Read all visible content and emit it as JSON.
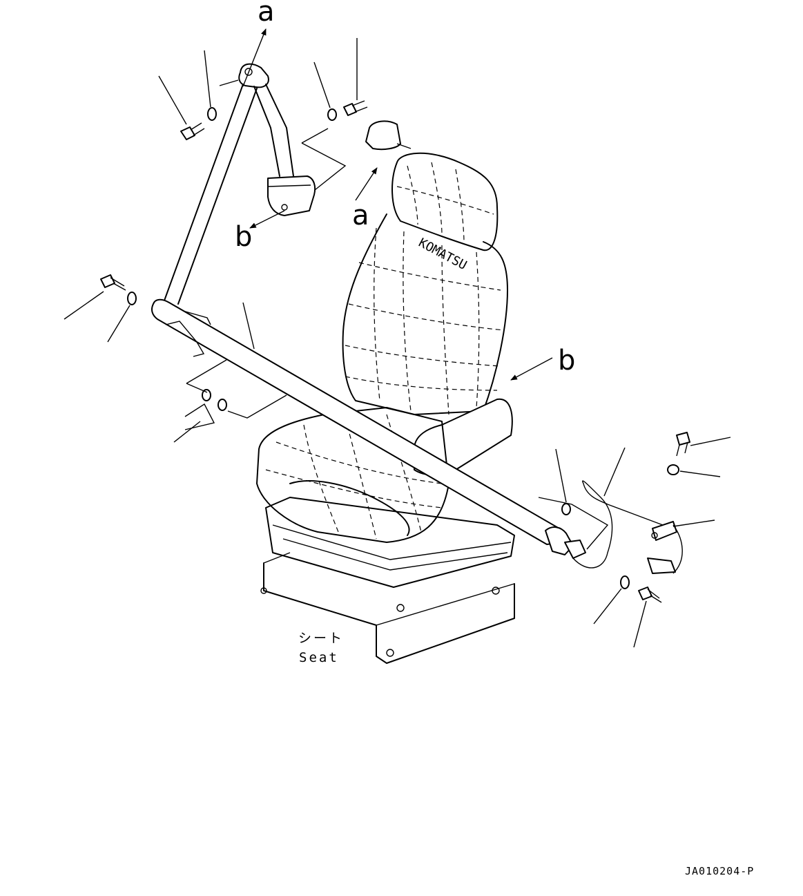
{
  "diagram": {
    "callouts": {
      "a_top": "a",
      "a_headrest": "a",
      "b_retractor": "b",
      "b_seat": "b"
    },
    "caption": {
      "japanese": "シート",
      "english": "Seat"
    },
    "drawing_code": "JA010204-P",
    "seat_brand": "KOMATSU"
  }
}
